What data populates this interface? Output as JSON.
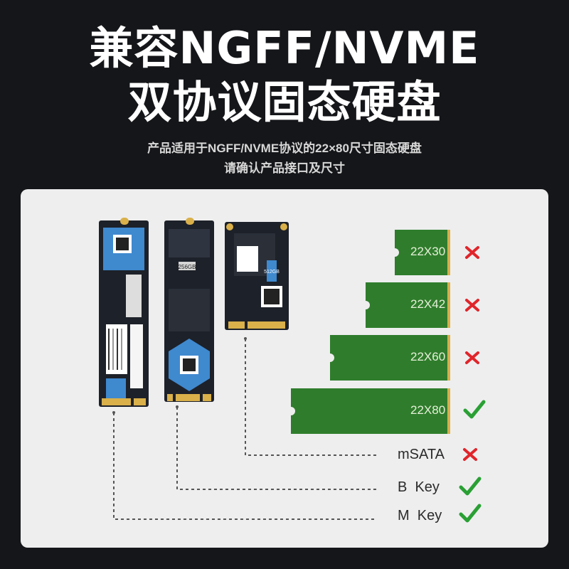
{
  "header": {
    "title_line1": "兼容NGFF/NVME",
    "title_line2": "双协议固态硬盘",
    "subtitle_line1": "产品适用于NGFF/NVME协议的22×80尺寸固态硬盘",
    "subtitle_line2": "请确认产品接口及尺寸"
  },
  "sizes": [
    {
      "label": "22X30",
      "supported": false
    },
    {
      "label": "22X42",
      "supported": false
    },
    {
      "label": "22X60",
      "supported": false
    },
    {
      "label": "22X80",
      "supported": true
    }
  ],
  "interfaces": [
    {
      "label": "mSATA",
      "supported": false
    },
    {
      "label": "B  Key",
      "supported": true
    },
    {
      "label": "M  Key",
      "supported": true
    }
  ],
  "drive_labels": {
    "m2_capacity": "256GB",
    "msata_capacity": "512GB"
  },
  "colors": {
    "background": "#151619",
    "panel": "#eeeeef",
    "board_green": "#2f7d2c",
    "cross": "#e0252a",
    "check": "#2aa034",
    "drive_body": "#1d2129",
    "label_blue": "#3f89cf"
  }
}
